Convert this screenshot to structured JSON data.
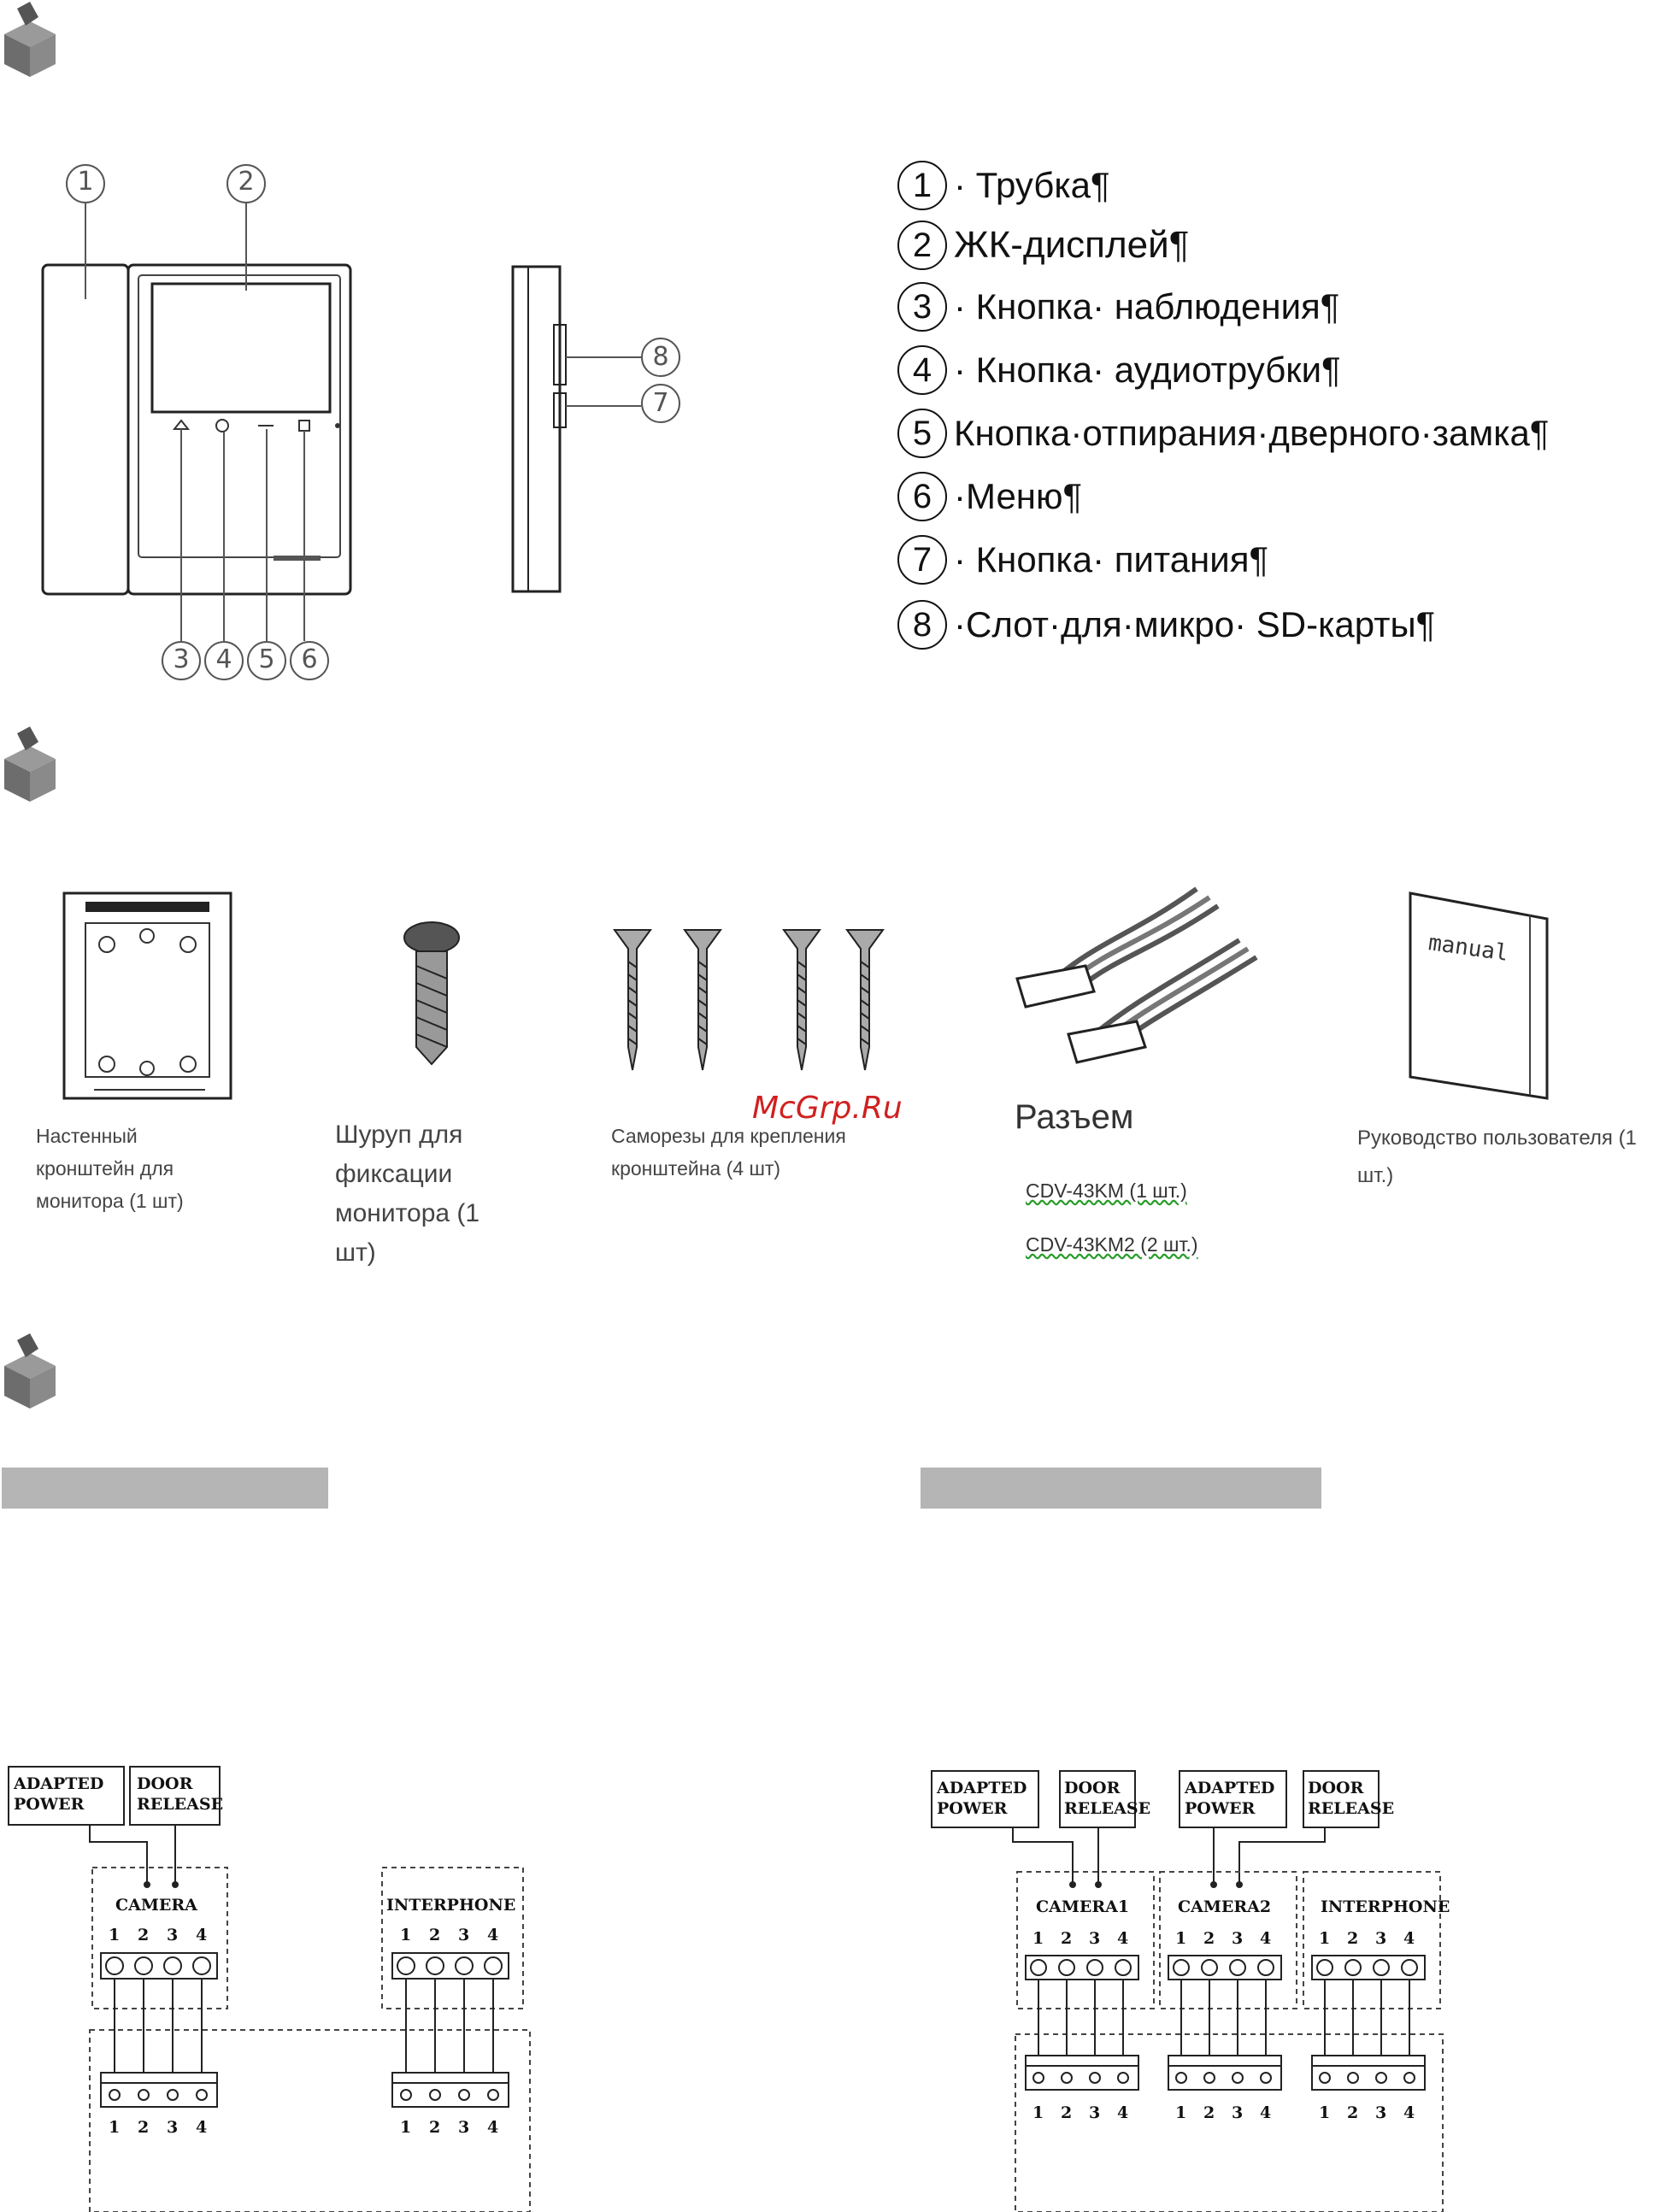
{
  "legend": [
    {
      "num": "1",
      "text": "· Трубка¶"
    },
    {
      "num": "2",
      "text": "ЖК-дисплей¶"
    },
    {
      "num": "3",
      "text": "· Кнопка· наблюдения¶"
    },
    {
      "num": "4",
      "text": "· Кнопка· аудиотрубки¶"
    },
    {
      "num": "5",
      "text": "Кнопка·отпирания·дверного·замка¶"
    },
    {
      "num": "6",
      "text": "·Меню¶"
    },
    {
      "num": "7",
      "text": "· Кнопка· питания¶"
    },
    {
      "num": "8",
      "text": "·Слот·для·микро· SD-карты¶"
    }
  ],
  "callouts": {
    "c1": "1",
    "c2": "2",
    "c3": "3",
    "c4": "4",
    "c5": "5",
    "c6": "6",
    "c7": "7",
    "c8": "8"
  },
  "accessories": {
    "bracket": {
      "line1": "Настенный",
      "line2": "кронштейн для",
      "line3": "монитора (1 шт)"
    },
    "screw": {
      "line1": "Шуруп для",
      "line2": "фиксации",
      "line3": "монитора (1",
      "line4": "шт)"
    },
    "tapping": {
      "line1": "Саморезы для крепления",
      "line2": "кронштейна (4 шт)"
    },
    "connector": {
      "title": "Разъем",
      "model1": "CDV-43KM (1 шт.)",
      "model2": "CDV-43KM2 (2 шт.)"
    },
    "manual": {
      "line1": "Руководство пользователя (1",
      "line2": "шт.)",
      "book_label": "manual"
    }
  },
  "watermark": "McGrp.Ru",
  "wiring_left": {
    "power": [
      "ADAPTED",
      "POWER"
    ],
    "door": [
      "DOOR",
      "RELEASE"
    ],
    "camera": "CAMERA",
    "interphone": "INTERPHONE",
    "pins": [
      "1",
      "2",
      "3",
      "4"
    ]
  },
  "wiring_right": {
    "power": [
      "ADAPTED",
      "POWER"
    ],
    "door": [
      "DOOR",
      "RELEASE"
    ],
    "camera1": "CAMERA1",
    "camera2": "CAMERA2",
    "interphone": "INTERPHONE",
    "pins": [
      "1",
      "2",
      "3",
      "4"
    ]
  }
}
